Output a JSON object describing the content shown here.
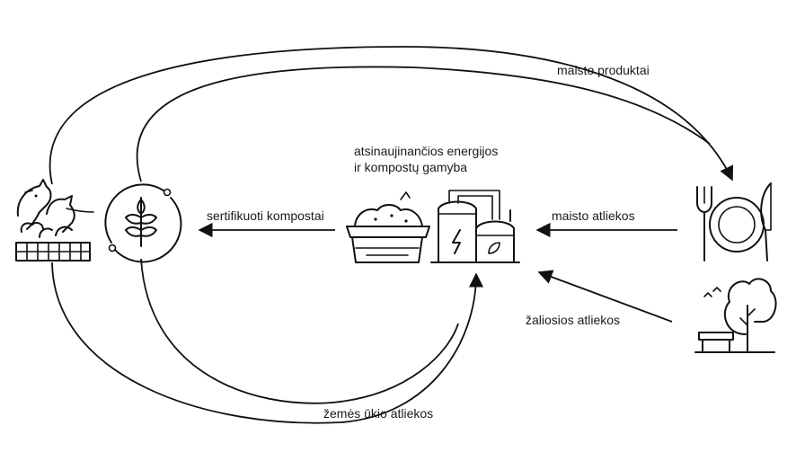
{
  "labels": {
    "food_products": "maisto produktai",
    "energy_compost_line1": "atsinaujinančios energijos",
    "energy_compost_line2": "ir kompostų gamyba",
    "certified_compost": "sertifikuoti kompostai",
    "food_waste": "maisto atliekos",
    "green_waste": "žaliosios atliekos",
    "farm_waste": "žemės ūkio atliekos"
  },
  "icons": {
    "farm": "livestock-farm-icon",
    "crops": "wheat-circle-icon",
    "compost": "compost-bin-icon",
    "biogas": "biogas-plant-icon",
    "food": "plate-fork-knife-icon",
    "park": "park-tree-bench-icon"
  },
  "colors": {
    "ink": "#111111",
    "text": "#1a1a1a",
    "background": "#ffffff"
  }
}
